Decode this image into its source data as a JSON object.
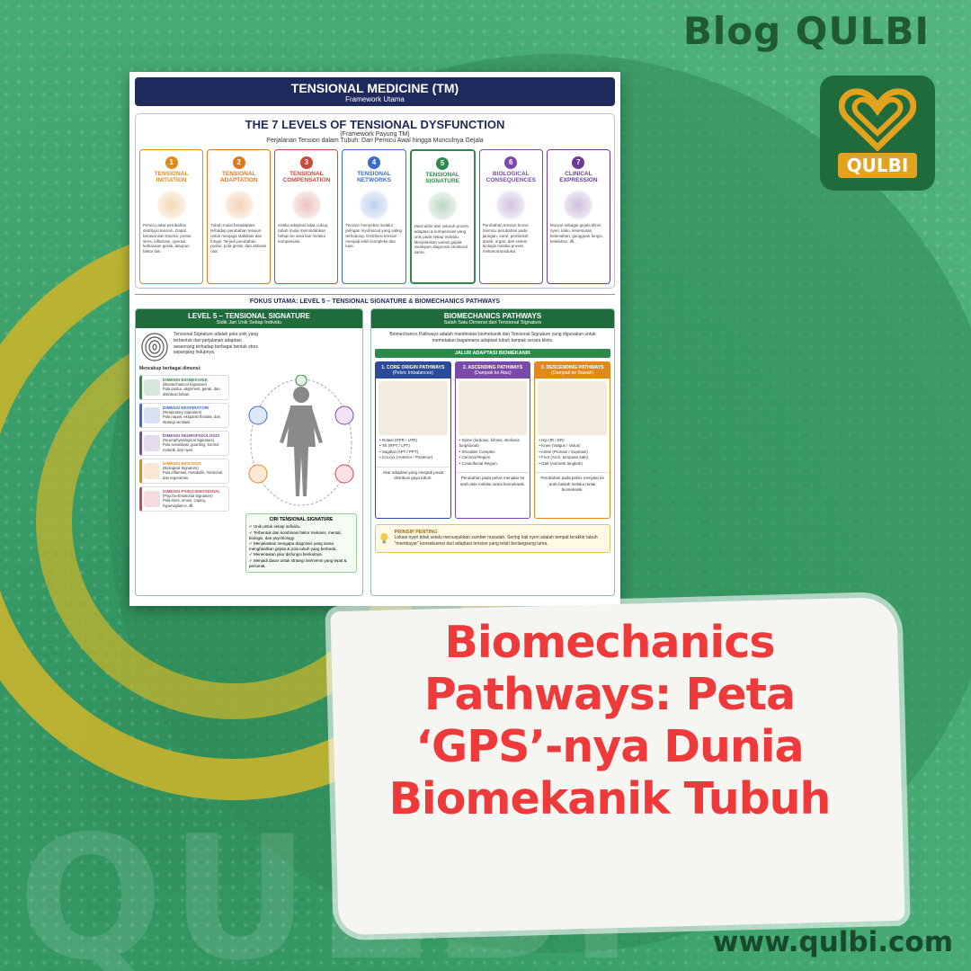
{
  "brand": {
    "blog_title": "Blog QULBI",
    "logo_text": "QULBI",
    "url": "www.qulbi.com",
    "watermark": "QULBI"
  },
  "colors": {
    "background": "#3f9e6c",
    "headline": "#ee3a3a",
    "navy": "#1e2a5c",
    "green": "#1f6b3c"
  },
  "headline": {
    "lines": [
      "Biomechanics",
      "Pathways: Peta",
      "‘GPS’-nya Dunia",
      "Biomekanik Tubuh"
    ]
  },
  "infographic": {
    "header_title": "TENSIONAL MEDICINE (TM)",
    "header_sub": "Framework Utama",
    "levels_title": "THE 7 LEVELS OF TENSIONAL DYSFUNCTION",
    "levels_framework": "(Framework Payung TM)",
    "levels_subtitle": "Perjalanan Tension dalam Tubuh: Dari Pemicu Awal hingga Munculnya Gejala",
    "levels": [
      {
        "num": "1",
        "name": "TENSIONAL INITIATION",
        "color": "#e08a1e",
        "desc": "Pemicu awal perubahan distribusi tension. Dapat berasal dari trauma, postur, stres, inflamasi, operasi, kebiasaan gerak, ataupun faktor lain."
      },
      {
        "num": "2",
        "name": "TENSIONAL ADAPTATION",
        "color": "#e0781e",
        "desc": "Tubuh mulai beradaptasi terhadap perubahan tension untuk menjaga stabilitas dan fungsi. Terjadi perubahan postur, pola gerak, dan aktivasi otot."
      },
      {
        "num": "3",
        "name": "TENSIONAL COMPENSATION",
        "color": "#c84a3a",
        "desc": "Ketika adaptasi tidak cukup, tubuh mulai memindahkan beban ke area lain melalui kompensasi."
      },
      {
        "num": "4",
        "name": "TENSIONAL NETWORKS",
        "color": "#3a6ec8",
        "desc": "Tension menyebar melalui jaringan myofascial yang saling terhubung. Distribusi tension menjadi lebih kompleks dan luas."
      },
      {
        "num": "5",
        "name": "TENSIONAL SIGNATURE",
        "color": "#2e8a4a",
        "desc": "Hasil akhir dari seluruh proses adaptasi & kompensasi yang unik pada setiap individu. Menjelaskan variasi gejala meskipun diagnosis struktural sama."
      },
      {
        "num": "6",
        "name": "BIOLOGICAL CONSEQUENCES",
        "color": "#7a4aa8",
        "desc": "Perubahan tension kronis memicu perubahan pada jaringan, saraf, pembuluh darah, organ, dan sistem biologis melalui proses mekanotransduksi."
      },
      {
        "num": "7",
        "name": "CLINICAL EXPRESSION",
        "color": "#6a3a9a",
        "desc": "Muncul sebagai gejala klinis: nyeri, kaku, kesemutan, kelemahan, gangguan fungsi, kelelahan, dll."
      }
    ],
    "focus": "FOKUS UTAMA: LEVEL 5 – TENSIONAL SIGNATURE & BIOMECHANICS PATHWAYS",
    "left_panel": {
      "title": "LEVEL 5 – TENSIONAL SIGNATURE",
      "sub": "Sidik Jari Unik Setiap Individu",
      "intro": "Tensional Signature adalah pola unik yang terbentuk dari perjalanan adaptasi seseorang terhadap berbagai bentuk stres sepanjang hidupnya.",
      "mencakup": "Mencakup berbagai dimensi:",
      "dimensions": [
        {
          "name": "DIMENSI BIOMEKANIK",
          "en": "(Biomechanical Signature)",
          "desc": "Pola postur, alignment, gerak, dan distribusi beban.",
          "color": "#2e8a4a"
        },
        {
          "name": "DIMENSI RESPIRATORI",
          "en": "(Respiratory Signature)",
          "desc": "Pola napas, ekspansi thoraks, dan strategi ventilasi.",
          "color": "#3a6ec8"
        },
        {
          "name": "DIMENSI NEUROFISIOLOGIS",
          "en": "(Neurophysiological Signature)",
          "desc": "Pola sensitisasi, guarding, kontrol motorik, dan nyeri.",
          "color": "#7a4aa8"
        },
        {
          "name": "DIMENSI BIOLOGIS",
          "en": "(Biological Signature)",
          "desc": "Pola inflamasi, metabolik, hormonal, dan regenerasi.",
          "color": "#e08a1e"
        },
        {
          "name": "DIMENSI PSIKO-EMOSIONAL",
          "en": "(Psycho-Emotional Signature)",
          "desc": "Pola stres, emosi, coping, hypervigilance, dll.",
          "color": "#c84a5a"
        }
      ],
      "ciri_title": "CIRI TENSIONAL SIGNATURE",
      "ciri": [
        "Unik untuk setiap individu.",
        "Terbentuk dari kombinasi faktor mekanis, mental, biologis, dan psychiology.",
        "Menjelaskan mengapa diagnosis yang sama menghasilkan gejala & pola tubuh yang berbeda.",
        "Menentukan jalur disfungsi berikutnya.",
        "Menjadi dasar untuk strategi intervensi yang tepat & personal."
      ]
    },
    "right_panel": {
      "title": "BIOMECHANICS PATHWAYS",
      "sub": "Salah Satu Dimensi dari Tensional Signature",
      "intro": "Biomechanics Pathways adalah manifestasi biomekanik dari Tensional Signature yang digunakan untuk memetakan bagaimana adaptasi tubuh tampak secara klinis.",
      "jalur": "JALUR ADAPTASI BIOMEKANIK",
      "pathways": [
        {
          "title": "1. CORE ORIGIN PATHWAYS",
          "sub": "(Pelvic Imbalances)",
          "color": "#2b4a9a",
          "items": [
            "Rotasi (RPR / LPR)",
            "Tilt (RPT / LPT)",
            "Sagittal (APT / PPT)",
            "Coccyx (Anterior / Posterior)"
          ],
          "note": "Akar adaptasi yang menjadi pusat distribusi gaya tubuh."
        },
        {
          "title": "2. ASCENDING PATHWAYS",
          "sub": "(Dampak ke Atas)",
          "color": "#7a4aa8",
          "items": [
            "Spine (lordosis, kifosis, skoliosis fungsional)",
            "Shoulder Complex",
            "Cervical Region",
            "Craniofacial Region"
          ],
          "note": "Perubahan pada pelvis menjalar ke arah atas melalui rantai biomekanik."
        },
        {
          "title": "3. DESCENDING PATHWAYS",
          "sub": "(Dampak ke Bawah)",
          "color": "#e08a1e",
          "items": [
            "Hip (IR / ER)",
            "Knee (Valgus / Varus)",
            "Ankle (Pronasi / Supinasi)",
            "Foot (Arch, tumpuan kaki)",
            "Gait (Asimetri langkah)"
          ],
          "note": "Perubahan pada pelvis menjalar ke arah bawah melalui rantai biomekanik."
        }
      ],
      "prinsip_title": "PRINSIP PENTING",
      "prinsip": "Lokasi nyeri tidak selalu menunjukkan sumber masalah. Sering kali nyeri adalah tempat terakhir tubuh \"membayar\" konsekuensi dari adaptasi tension yang telah berlangsung lama."
    }
  }
}
